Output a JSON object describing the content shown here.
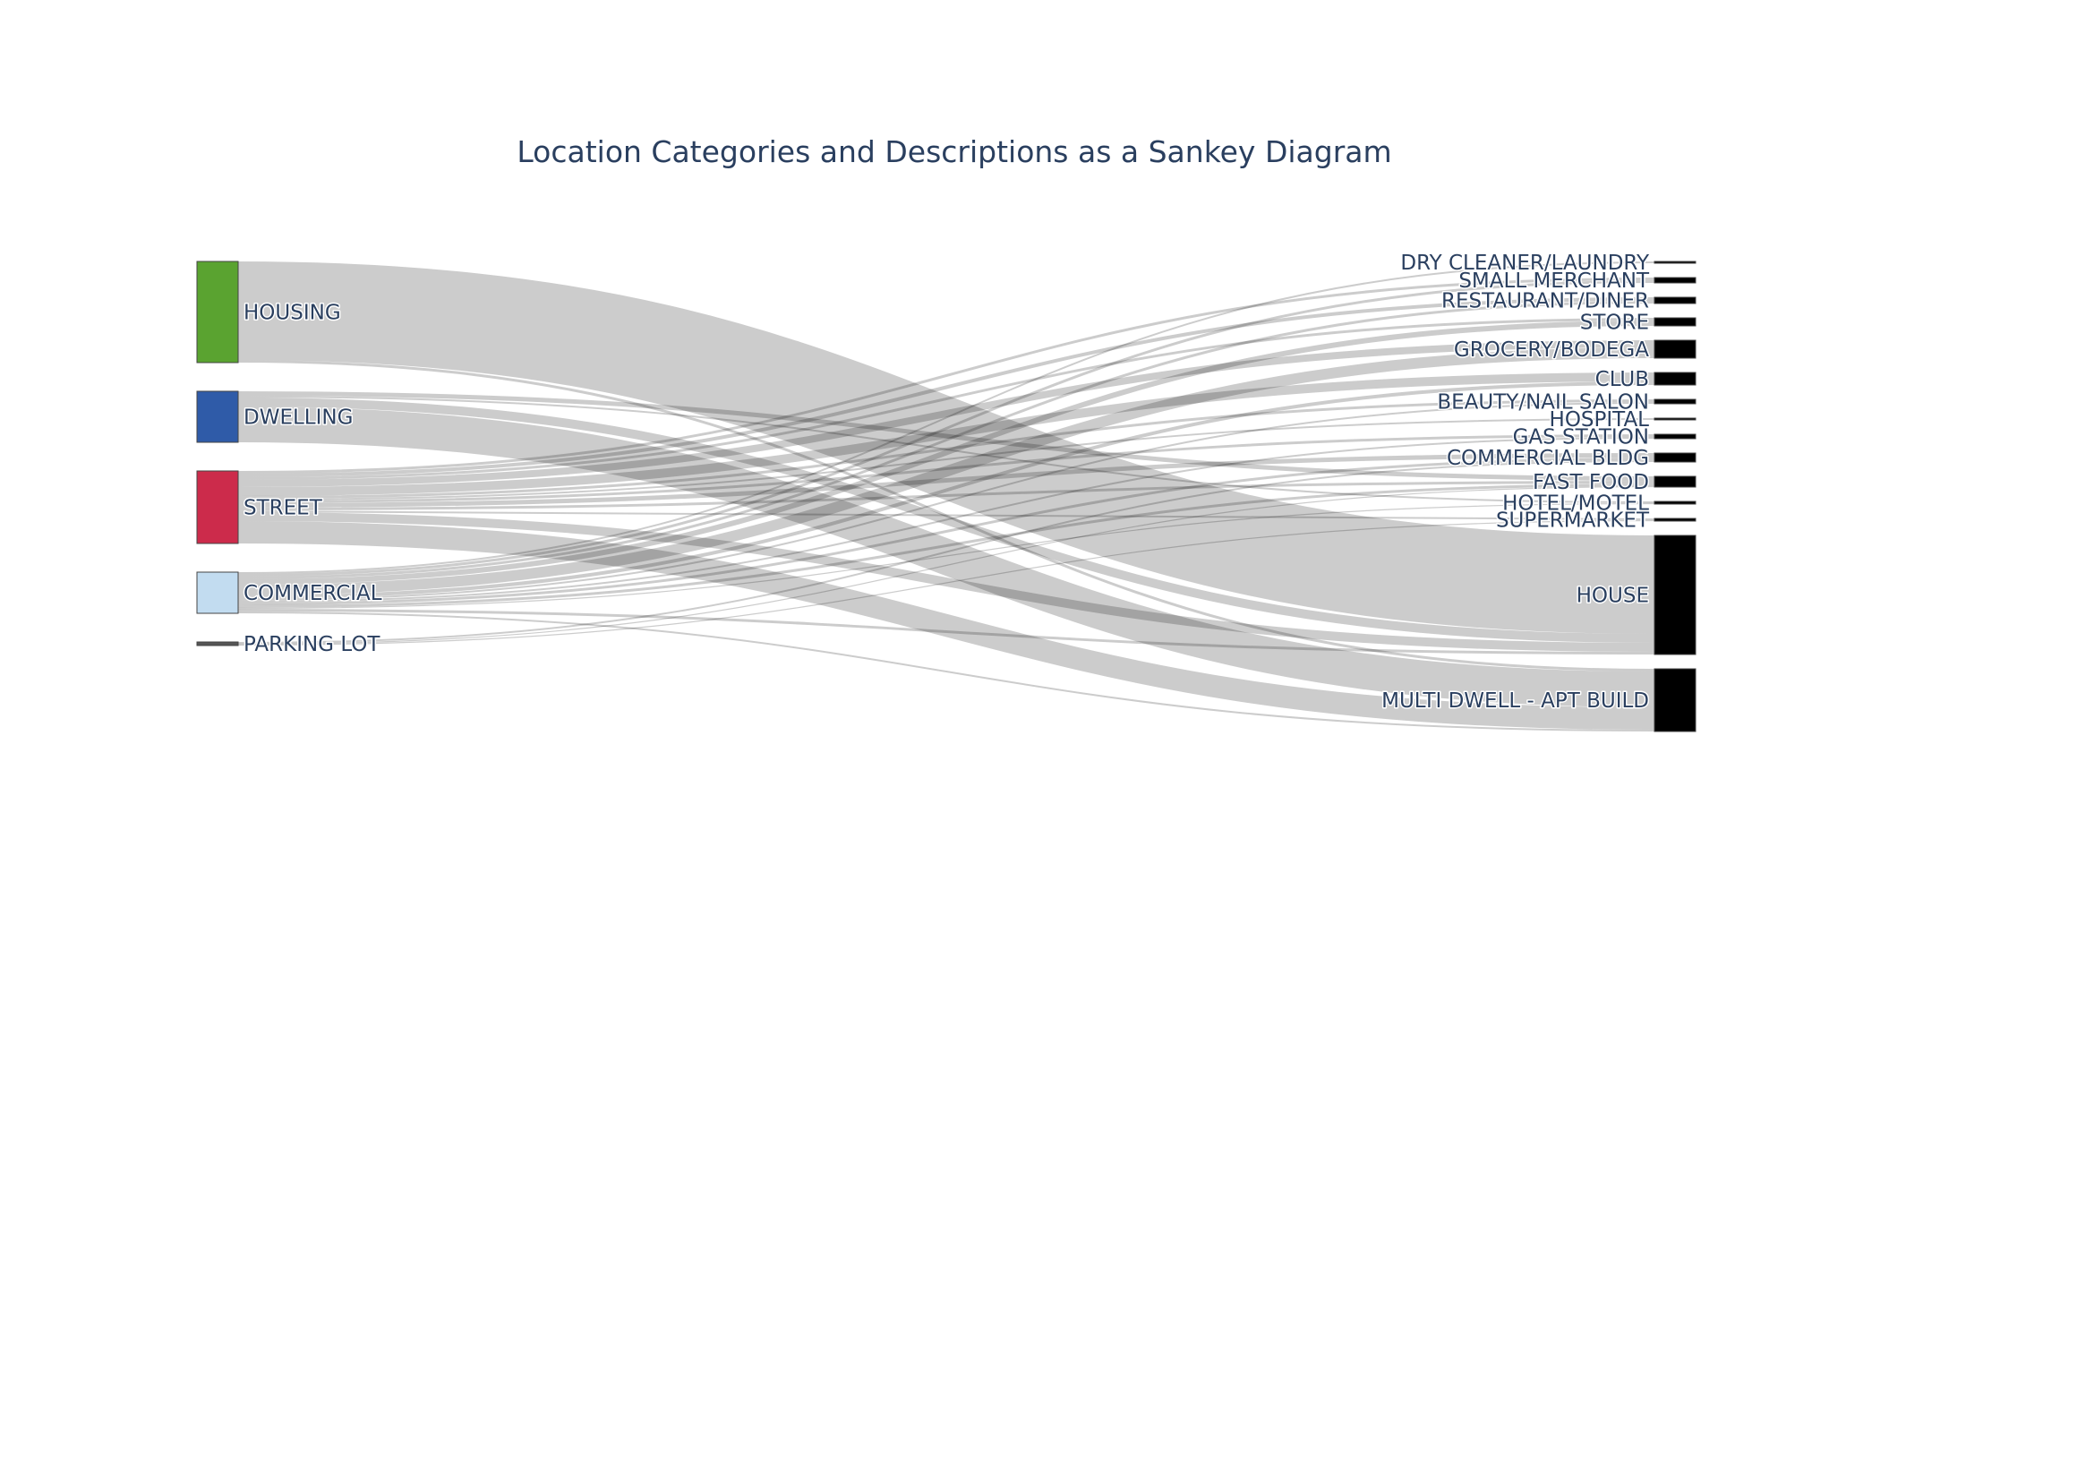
{
  "title": "Location Categories and Descriptions as a Sankey Diagram",
  "chart_data": {
    "type": "sankey",
    "title": "Location Categories and Descriptions as a Sankey Diagram",
    "link_color": "rgba(0,0,0,0.2)",
    "sources": [
      {
        "id": "HOUSING",
        "label": "HOUSING",
        "color": "#5aa330"
      },
      {
        "id": "DWELLING",
        "label": "DWELLING",
        "color": "#2f5ba8"
      },
      {
        "id": "STREET",
        "label": "STREET",
        "color": "#cc2b4b"
      },
      {
        "id": "COMMERCIAL",
        "label": "COMMERCIAL",
        "color": "#c2dcf0"
      },
      {
        "id": "PARKING_LOT",
        "label": "PARKING LOT",
        "color": "#555555"
      }
    ],
    "targets": [
      {
        "id": "DRY_CLEANER",
        "label": "DRY CLEANER/LAUNDRY",
        "color": "#000000"
      },
      {
        "id": "SMALL_MERCHANT",
        "label": "SMALL MERCHANT",
        "color": "#000000"
      },
      {
        "id": "RESTAURANT",
        "label": "RESTAURANT/DINER",
        "color": "#000000"
      },
      {
        "id": "STORE",
        "label": "STORE",
        "color": "#000000"
      },
      {
        "id": "GROCERY",
        "label": "GROCERY/BODEGA",
        "color": "#000000"
      },
      {
        "id": "CLUB",
        "label": "CLUB",
        "color": "#000000"
      },
      {
        "id": "BEAUTY",
        "label": "BEAUTY/NAIL SALON",
        "color": "#000000"
      },
      {
        "id": "HOSPITAL",
        "label": "HOSPITAL",
        "color": "#000000"
      },
      {
        "id": "GAS_STATION",
        "label": "GAS STATION",
        "color": "#000000"
      },
      {
        "id": "COMMERCIAL_BLDG",
        "label": "COMMERCIAL BLDG",
        "color": "#000000"
      },
      {
        "id": "FAST_FOOD",
        "label": "FAST FOOD",
        "color": "#000000"
      },
      {
        "id": "HOTEL",
        "label": "HOTEL/MOTEL",
        "color": "#000000"
      },
      {
        "id": "SUPERMARKET",
        "label": "SUPERMARKET",
        "color": "#000000"
      },
      {
        "id": "HOUSE",
        "label": "HOUSE",
        "color": "#000000"
      },
      {
        "id": "MULTI_DWELL",
        "label": "MULTI DWELL - APT BUILD",
        "color": "#000000"
      }
    ],
    "links": [
      {
        "source": "HOUSING",
        "target": "HOUSE",
        "value": 110
      },
      {
        "source": "HOUSING",
        "target": "MULTI_DWELL",
        "value": 3
      },
      {
        "source": "DWELLING",
        "target": "MULTI_DWELL",
        "value": 40
      },
      {
        "source": "DWELLING",
        "target": "HOUSE",
        "value": 10
      },
      {
        "source": "DWELLING",
        "target": "HOTEL",
        "value": 2
      },
      {
        "source": "DWELLING",
        "target": "FAST_FOOD",
        "value": 5
      },
      {
        "source": "STREET",
        "target": "GROCERY",
        "value": 8
      },
      {
        "source": "STREET",
        "target": "CLUB",
        "value": 10
      },
      {
        "source": "STREET",
        "target": "SMALL_MERCHANT",
        "value": 3
      },
      {
        "source": "STREET",
        "target": "RESTAURANT",
        "value": 4
      },
      {
        "source": "STREET",
        "target": "STORE",
        "value": 3
      },
      {
        "source": "STREET",
        "target": "BEAUTY",
        "value": 3
      },
      {
        "source": "STREET",
        "target": "HOSPITAL",
        "value": 2
      },
      {
        "source": "STREET",
        "target": "GAS_STATION",
        "value": 3
      },
      {
        "source": "STREET",
        "target": "COMMERCIAL_BLDG",
        "value": 5
      },
      {
        "source": "STREET",
        "target": "FAST_FOOD",
        "value": 3
      },
      {
        "source": "STREET",
        "target": "SUPERMARKET",
        "value": 2
      },
      {
        "source": "STREET",
        "target": "HOUSE",
        "value": 10
      },
      {
        "source": "STREET",
        "target": "MULTI_DWELL",
        "value": 25
      },
      {
        "source": "COMMERCIAL",
        "target": "DRY_CLEANER",
        "value": 2
      },
      {
        "source": "COMMERCIAL",
        "target": "SMALL_MERCHANT",
        "value": 3
      },
      {
        "source": "COMMERCIAL",
        "target": "RESTAURANT",
        "value": 3
      },
      {
        "source": "COMMERCIAL",
        "target": "STORE",
        "value": 6
      },
      {
        "source": "COMMERCIAL",
        "target": "GROCERY",
        "value": 12
      },
      {
        "source": "COMMERCIAL",
        "target": "CLUB",
        "value": 4
      },
      {
        "source": "COMMERCIAL",
        "target": "BEAUTY",
        "value": 2
      },
      {
        "source": "COMMERCIAL",
        "target": "GAS_STATION",
        "value": 2
      },
      {
        "source": "COMMERCIAL",
        "target": "COMMERCIAL_BLDG",
        "value": 3
      },
      {
        "source": "COMMERCIAL",
        "target": "FAST_FOOD",
        "value": 3
      },
      {
        "source": "COMMERCIAL",
        "target": "HOTEL",
        "value": 1
      },
      {
        "source": "COMMERCIAL",
        "target": "HOUSE",
        "value": 3
      },
      {
        "source": "COMMERCIAL",
        "target": "MULTI_DWELL",
        "value": 2
      },
      {
        "source": "PARKING_LOT",
        "target": "COMMERCIAL_BLDG",
        "value": 2
      },
      {
        "source": "PARKING_LOT",
        "target": "FAST_FOOD",
        "value": 1
      },
      {
        "source": "PARKING_LOT",
        "target": "SUPERMARKET",
        "value": 1
      }
    ]
  }
}
